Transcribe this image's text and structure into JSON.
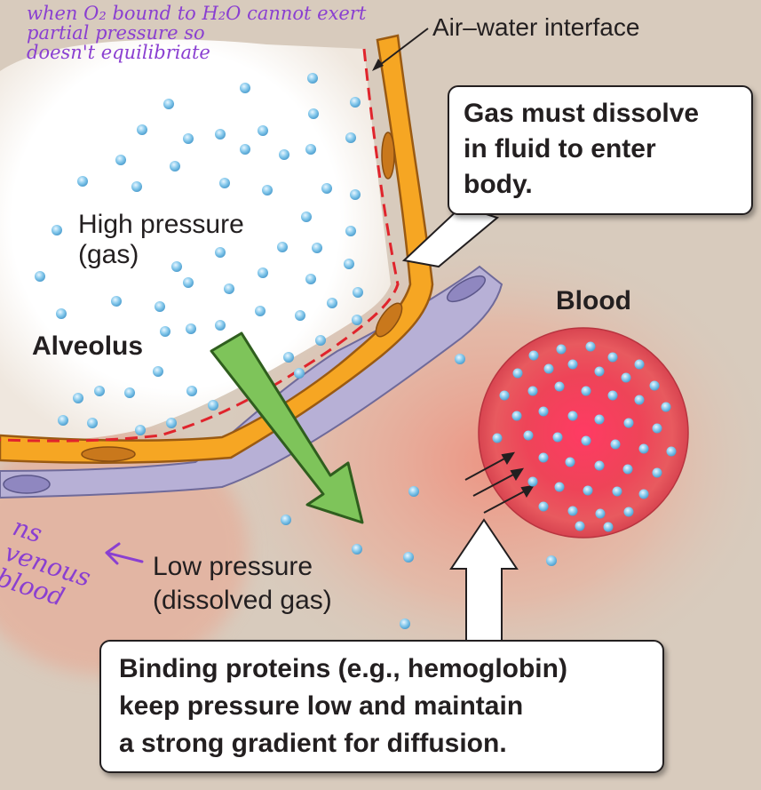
{
  "labels": {
    "air_water_interface": "Air–water interface",
    "high_pressure": "High pressure\n(gas)",
    "alveolus": "Alveolus",
    "blood": "Blood",
    "low_pressure": "Low pressure\n(dissolved gas)"
  },
  "callouts": {
    "gas_dissolve": "Gas must dissolve\nin fluid to enter\nbody.",
    "binding_proteins": "Binding proteins (e.g., hemoglobin)\nkeep pressure low and maintain\na strong gradient for diffusion."
  },
  "handwritten": {
    "top_note": "when O₂ bound to H₂O cannot exert\npartial pressure so\ndoesn't equilibriate",
    "side_note": "ns\nvenous\nblood"
  },
  "colors": {
    "background": "#d8cbbd",
    "membrane": "#f6a623",
    "membrane_outline": "#9a5a12",
    "endothelium": "#b7b0d6",
    "gas_molecule": "#7fc3e8",
    "blood_cell": "#e8414f",
    "diffusion_arrow": "#7ec45a",
    "interface_dashed_line": "#e0242c",
    "annotation_ink": "#8a3fd1"
  }
}
